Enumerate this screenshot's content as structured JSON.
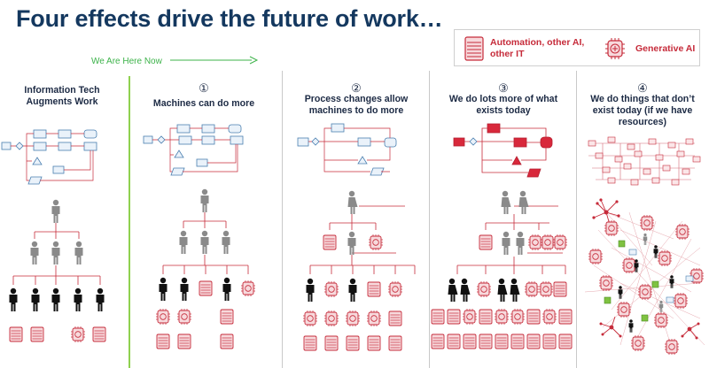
{
  "title": "Four effects drive the future of work…",
  "legend": {
    "automation_label": "Automation, other AI, other IT",
    "genai_label": "Generative AI",
    "automation_icon": "server-rack-icon",
    "genai_icon": "ai-brain-chip-icon"
  },
  "here_label": "We Are Here Now",
  "columns": [
    {
      "number": "",
      "heading": "Information Tech Augments Work"
    },
    {
      "number": "①",
      "heading": "Machines can do more"
    },
    {
      "number": "②",
      "heading": "Process changes allow machines to do more"
    },
    {
      "number": "③",
      "heading": "We do lots more of what exists today"
    },
    {
      "number": "④",
      "heading": "We do things that don’t exist today (if we have resources)"
    }
  ],
  "colors": {
    "title": "#14385f",
    "accent_red": "#c62b3a",
    "green": "#3db34a",
    "flow_blue": "#4a7fb0",
    "person_gray": "#8a8a8a",
    "person_black": "#111111"
  }
}
